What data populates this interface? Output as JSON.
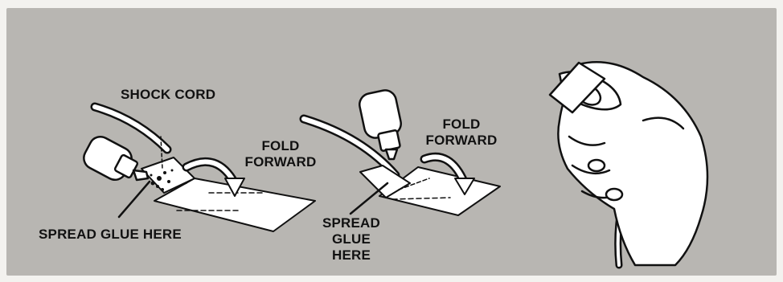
{
  "step1": {
    "shock_cord_label": "SHOCK CORD",
    "fold_label_line1": "FOLD",
    "fold_label_line2": "FORWARD",
    "glue_label": "SPREAD GLUE HERE"
  },
  "step2": {
    "fold_label_line1": "FOLD",
    "fold_label_line2": "FORWARD",
    "glue_label_line1": "SPREAD",
    "glue_label_line2": "GLUE",
    "glue_label_line3": "HERE"
  },
  "colors": {
    "background_panel": "#b8b6b2",
    "ink": "#111111",
    "paper": "#ffffff"
  }
}
